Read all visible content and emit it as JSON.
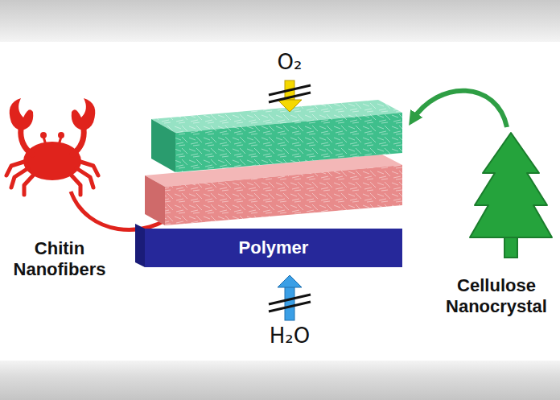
{
  "diagram": {
    "nodes": [
      {
        "text": [
          "Polymer"
        ]
      }
    ],
    "labels": [
      "O₂",
      "Chitin Nanofibers",
      "Cellulose Nanocrystal",
      "H₂O"
    ]
  }
}
